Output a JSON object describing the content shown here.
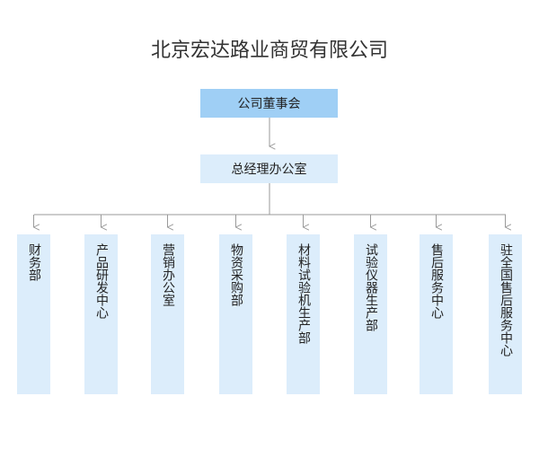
{
  "title": "北京宏达路业商贸有限公司",
  "board": "公司董事会",
  "general_manager_office": "总经理办公室",
  "departments": [
    "财务部",
    "产品研发中心",
    "营销办公室",
    "物资采购部",
    "材料试验机生产部",
    "试验仪器生产部",
    "售后服务中心",
    "驻全国售后服务中心"
  ],
  "colors": {
    "board_fill": "#9fcff5",
    "box_fill": "#dcedfb",
    "connector": "#9a9a9a"
  }
}
